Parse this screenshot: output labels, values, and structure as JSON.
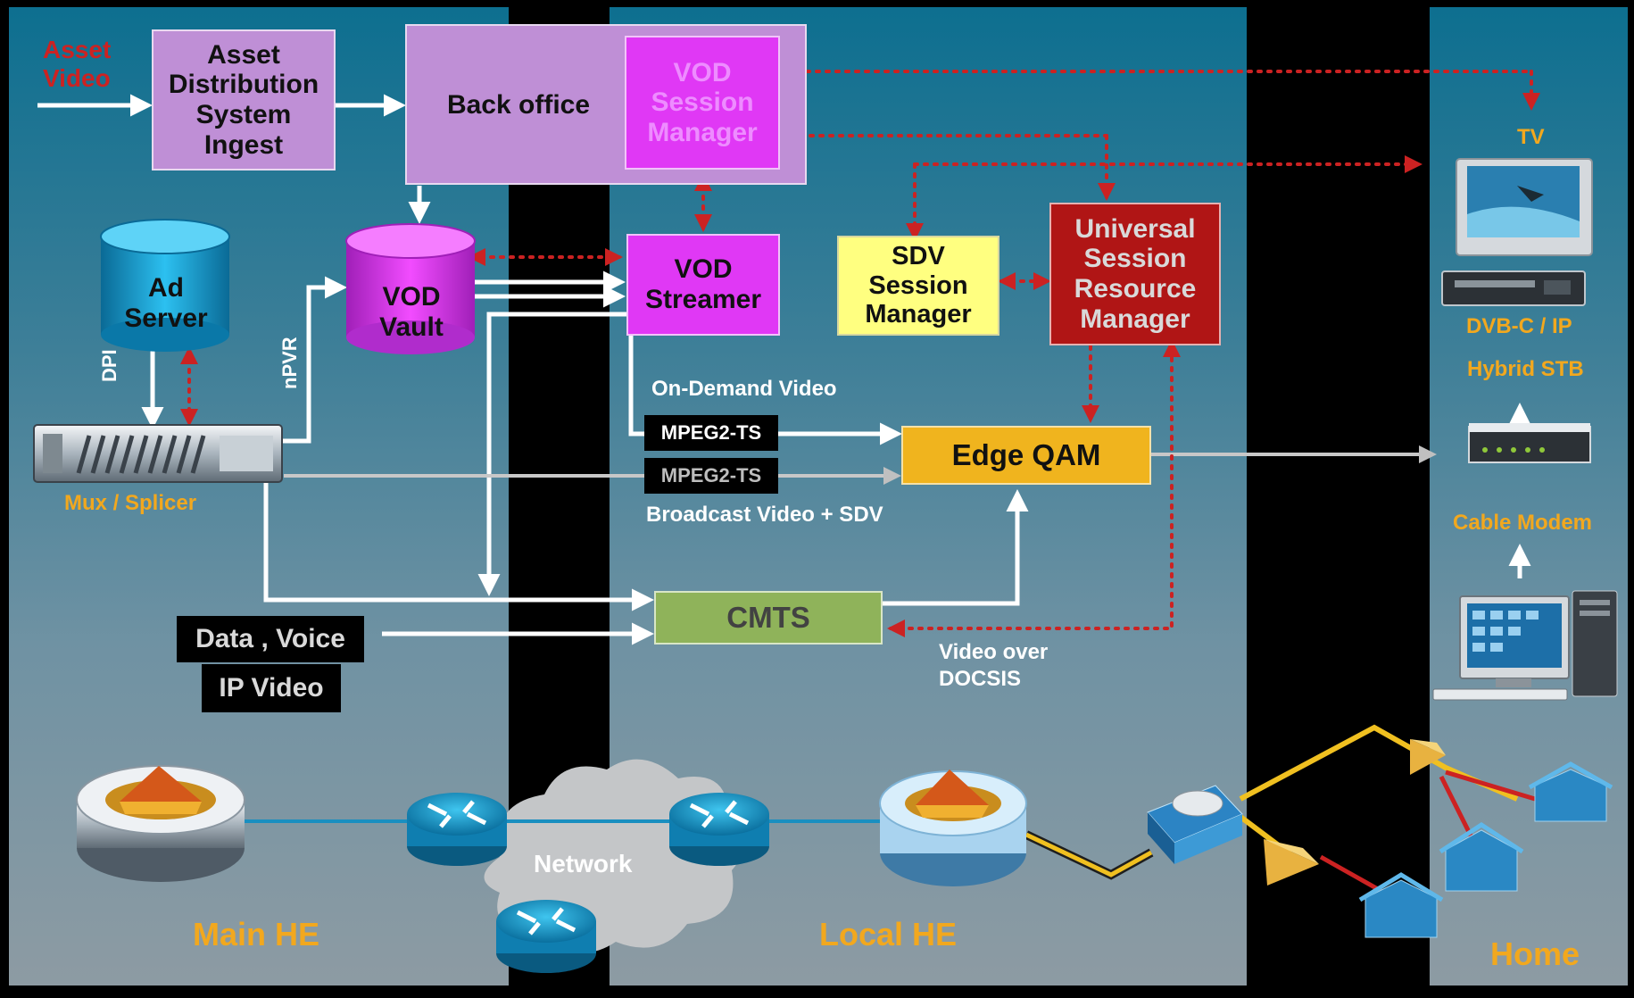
{
  "labels": {
    "asset_video": "Asset\nVideo",
    "ads_ingest": "Asset\nDistribution\nSystem\nIngest",
    "back_office": "Back office",
    "vod_session_manager": "VOD\nSession\nManager",
    "ad_server": "Ad\nServer",
    "vod_vault": "VOD\nVault",
    "vod_streamer": "VOD\nStreamer",
    "sdv_session_manager": "SDV\nSession\nManager",
    "usrm": "Universal\nSession\nResource\nManager",
    "tv": "TV",
    "dvb_stb": "DVB-C / IP",
    "hybrid_stb": "Hybrid STB",
    "dpi": "DPI",
    "npvr": "nPVR",
    "mux_splicer": "Mux / Splicer",
    "on_demand_video": "On-Demand Video",
    "mpeg2_ts_1": "MPEG2-TS",
    "mpeg2_ts_2": "MPEG2-TS",
    "broadcast_video_sdv": "Broadcast Video + SDV",
    "edge_qam": "Edge QAM",
    "cable_modem": "Cable Modem",
    "data_voice": "Data , Voice",
    "ip_video": "IP Video",
    "cmts": "CMTS",
    "video_over_docsis": "Video over\nDOCSIS",
    "network": "Network",
    "main_he": "Main HE",
    "local_he": "Local HE",
    "home": "Home"
  },
  "colors": {
    "panel_top": "#0d6f90",
    "panel_bottom": "#8d9ba3",
    "lavender": "#bf8fd6",
    "magenta": "#e038f5",
    "ad_server_cyan": "#1aa3d6",
    "sdv_yellow": "#ffff80",
    "usrm_red": "#b01515",
    "edge_qam_gold": "#f0b41e",
    "cmts_green": "#8fb35a",
    "orange_text": "#f2a81e",
    "red_text": "#cc2222",
    "signal_red": "#cc2222"
  },
  "icons": [
    "server-cylinder-icon",
    "mux-device-icon",
    "tv-icon",
    "stb-icon",
    "cable-modem-icon",
    "computer-icon",
    "router-icon",
    "headend-disc-icon",
    "network-cloud-icon",
    "house-icon",
    "access-point-icon"
  ]
}
